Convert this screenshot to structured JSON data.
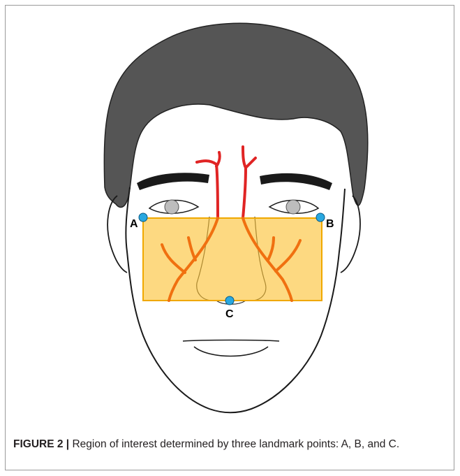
{
  "figure": {
    "caption_label": "FIGURE 2 |",
    "caption_text": " Region of interest determined by three landmark points: A, B, and C."
  },
  "landmarks": [
    {
      "id": "A",
      "label": "A"
    },
    {
      "id": "B",
      "label": "B"
    },
    {
      "id": "C",
      "label": "C"
    }
  ],
  "colors": {
    "hair": "#555555",
    "roi_fill": "#fbc02d",
    "roi_stroke": "#f0a800",
    "vessel_red": "#e02424",
    "vessel_orange": "#f07010",
    "landmark": "#29a8e0"
  }
}
